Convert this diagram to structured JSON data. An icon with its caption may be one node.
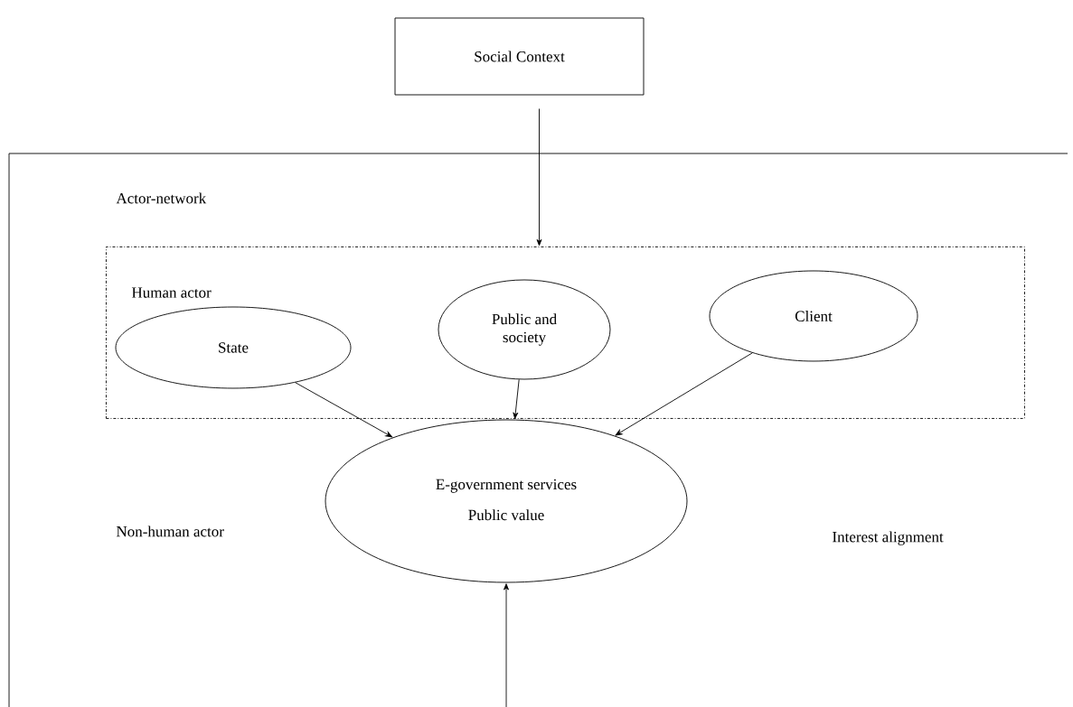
{
  "diagram": {
    "nodes": [
      {
        "text": [
          "Social Context"
        ]
      },
      {
        "text": [
          "Actor-network"
        ]
      },
      {
        "text": [
          "Human actor"
        ],
        "in": 1
      },
      {
        "text": [
          "State"
        ],
        "in": 2
      },
      {
        "text": [
          "Public and society"
        ],
        "in": 2
      },
      {
        "text": [
          "Client"
        ],
        "in": 2
      },
      {
        "text": [
          "E-government services",
          "Public value"
        ],
        "in": 1
      }
    ],
    "edges": [
      {
        "from": 0,
        "to": 2,
        "arrow": "to"
      },
      {
        "from": 3,
        "to": 6,
        "arrow": "to"
      },
      {
        "from": 4,
        "to": 6,
        "arrow": "to"
      },
      {
        "from": 5,
        "to": 6,
        "arrow": "to"
      },
      {
        "from": null,
        "to": 6,
        "arrow": "to"
      }
    ],
    "labels": [
      "Non-human actor",
      "Interest alignment"
    ]
  }
}
